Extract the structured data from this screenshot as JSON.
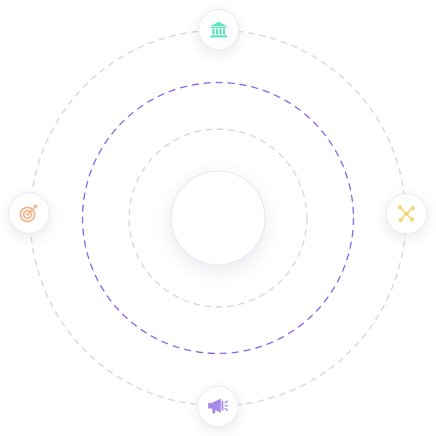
{
  "diagram": {
    "orbits": [
      {
        "name": "outer-orbit",
        "color": "#c4c4c8",
        "style": "dashed"
      },
      {
        "name": "middle-orbit",
        "color": "#5a2ee0",
        "style": "dashed"
      },
      {
        "name": "inner-orbit",
        "color": "#c4c4c8",
        "style": "dashed"
      }
    ],
    "center": {
      "label": ""
    },
    "nodes": [
      {
        "name": "top",
        "icon": "bank-icon",
        "color": "#5fe3c0"
      },
      {
        "name": "left",
        "icon": "target-dart-icon",
        "color": "#f0b48a"
      },
      {
        "name": "right",
        "icon": "network-nodes-icon",
        "color": "#f1d777"
      },
      {
        "name": "bottom",
        "icon": "megaphone-icon",
        "color": "#a98be8"
      }
    ]
  }
}
